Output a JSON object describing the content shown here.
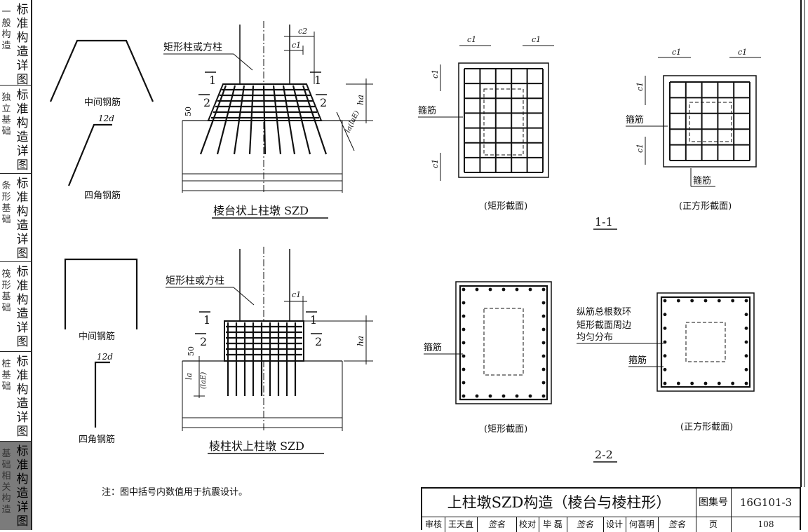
{
  "sidebar": [
    {
      "side": "一般构造",
      "main": "标准构造详图"
    },
    {
      "side": "独立基础",
      "main": "标准构造详图"
    },
    {
      "side": "条形基础",
      "main": "标准构造详图"
    },
    {
      "side": "筏形基础",
      "main": "标准构造详图"
    },
    {
      "side": "桩基础",
      "main": "标准构造详图"
    },
    {
      "side": "基础相关构造",
      "main": "标准构造详图"
    }
  ],
  "top": {
    "rebar_middle": "中间钢筋",
    "rebar_corner": "四角钢筋",
    "hook_len": "12d",
    "column_label": "矩形柱或方柱",
    "c1": "c1",
    "c2": "c2",
    "cut1": "1",
    "cut2": "2",
    "dim50": "50",
    "ha": "ha",
    "la": "la(laE)",
    "caption": "棱台状上柱墩 SZD"
  },
  "bottom": {
    "rebar_middle": "中间钢筋",
    "rebar_corner": "四角钢筋",
    "hook_len": "12d",
    "column_label": "矩形柱或方柱",
    "c1": "c1",
    "cut1": "1",
    "cut2": "2",
    "dim50": "50",
    "ha": "ha",
    "la": "la",
    "laE": "(laE)",
    "caption": "棱柱状上柱墩 SZD"
  },
  "section11": {
    "stirrup_left": "箍筋",
    "stirrup_right": "箍筋",
    "stirrup_bottom": "箍筋",
    "c1": "c1",
    "rect_caption": "(矩形截面)",
    "square_caption": "(正方形截面)",
    "label": "1-1"
  },
  "section22": {
    "stirrup_left": "箍筋",
    "stirrup_right": "箍筋",
    "note_line1": "纵筋总根数环",
    "note_line2": "矩形截面周边",
    "note_line3": "均匀分布",
    "rect_caption": "(矩形截面)",
    "square_caption": "(正方形截面)",
    "label": "2-2"
  },
  "note": "注：图中括号内数值用于抗震设计。",
  "title_block": {
    "title": "上柱墩SZD构造（棱台与棱柱形）",
    "atlas_label": "图集号",
    "atlas_no": "16G101-3",
    "row": [
      "审核",
      "王天直",
      "签名",
      "校对",
      "毕 磊",
      "签名",
      "设计",
      "何喜明",
      "签名",
      "页",
      "108"
    ]
  }
}
